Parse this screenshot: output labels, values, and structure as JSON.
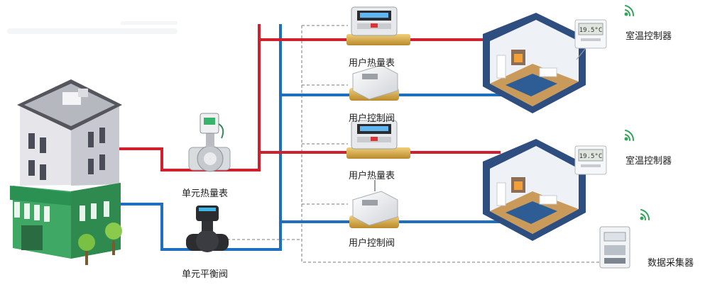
{
  "labels": {
    "unit_heat_meter": "单元热量表",
    "unit_balance_valve": "单元平衡阀",
    "user_heat_meter_1": "用户热量表",
    "user_control_valve_1": "用户控制阀",
    "user_heat_meter_2": "用户热量表",
    "user_control_valve_2": "用户控制阀",
    "room_temp_controller_1": "室温控制器",
    "room_temp_controller_2": "室温控制器",
    "data_collector": "数据采集器"
  },
  "displays": {
    "thermostat_1": "19.5°C",
    "thermostat_2": "19.5°C"
  },
  "colors": {
    "supply_pipe": "#d11f2e",
    "return_pipe": "#1f6fc1",
    "signal_line": "#7a7a7a",
    "room_wall": "#2d4e7e"
  }
}
